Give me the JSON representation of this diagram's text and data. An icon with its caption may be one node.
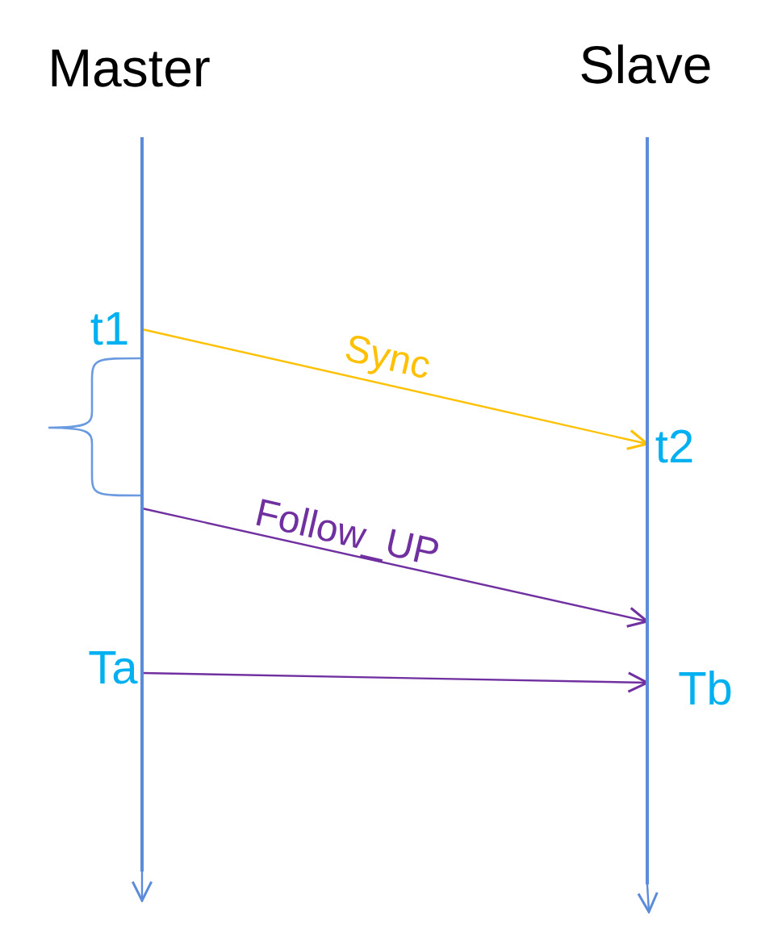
{
  "diagram": {
    "nodes": [
      {
        "text": [
          "Master"
        ]
      },
      {
        "text": [
          "Slave"
        ]
      },
      {
        "text": [
          "t1"
        ]
      },
      {
        "text": [
          "t2"
        ]
      },
      {
        "text": [
          "Ta"
        ]
      },
      {
        "text": [
          "Tb"
        ]
      },
      {
        "text": [],
        "shape": "bar"
      },
      {
        "text": [],
        "shape": "bar"
      }
    ],
    "edges": [
      {
        "from": 6,
        "to": null,
        "arrow": "to",
        "color": "#5b8bd9"
      },
      {
        "from": 7,
        "to": null,
        "arrow": "to",
        "color": "#5b8bd9"
      },
      {
        "from": 2,
        "to": 3,
        "arrow": "to",
        "label": "Sync",
        "color": "#ffc000"
      },
      {
        "from": 6,
        "to": 7,
        "arrow": "to",
        "label": "Follow_UP",
        "color": "#7030a0"
      },
      {
        "from": 4,
        "to": 5,
        "arrow": "to",
        "color": "#7030a0"
      }
    ]
  }
}
